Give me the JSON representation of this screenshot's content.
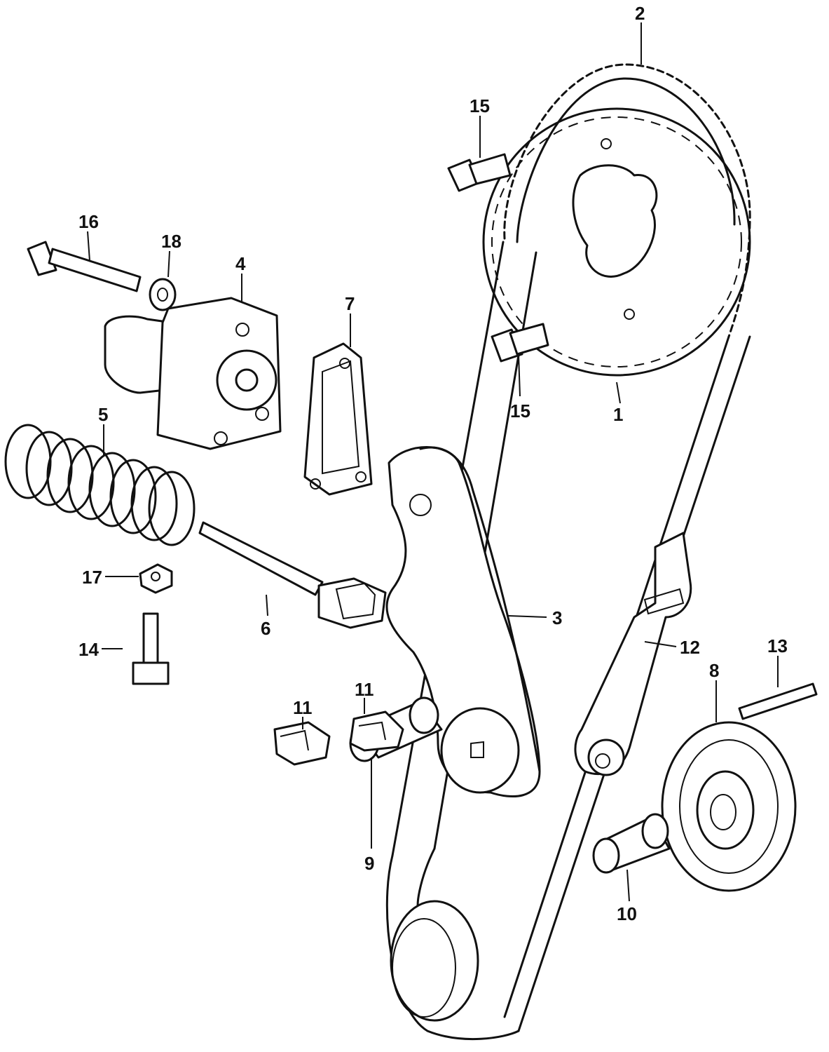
{
  "callouts": {
    "c1": "1",
    "c2": "2",
    "c3": "3",
    "c4": "4",
    "c5": "5",
    "c6": "6",
    "c7": "7",
    "c8": "8",
    "c9": "9",
    "c10": "10",
    "c11a": "11",
    "c11b": "11",
    "c12": "12",
    "c13": "13",
    "c14": "14",
    "c15a": "15",
    "c15b": "15",
    "c16": "16",
    "c17": "17",
    "c18": "18"
  }
}
